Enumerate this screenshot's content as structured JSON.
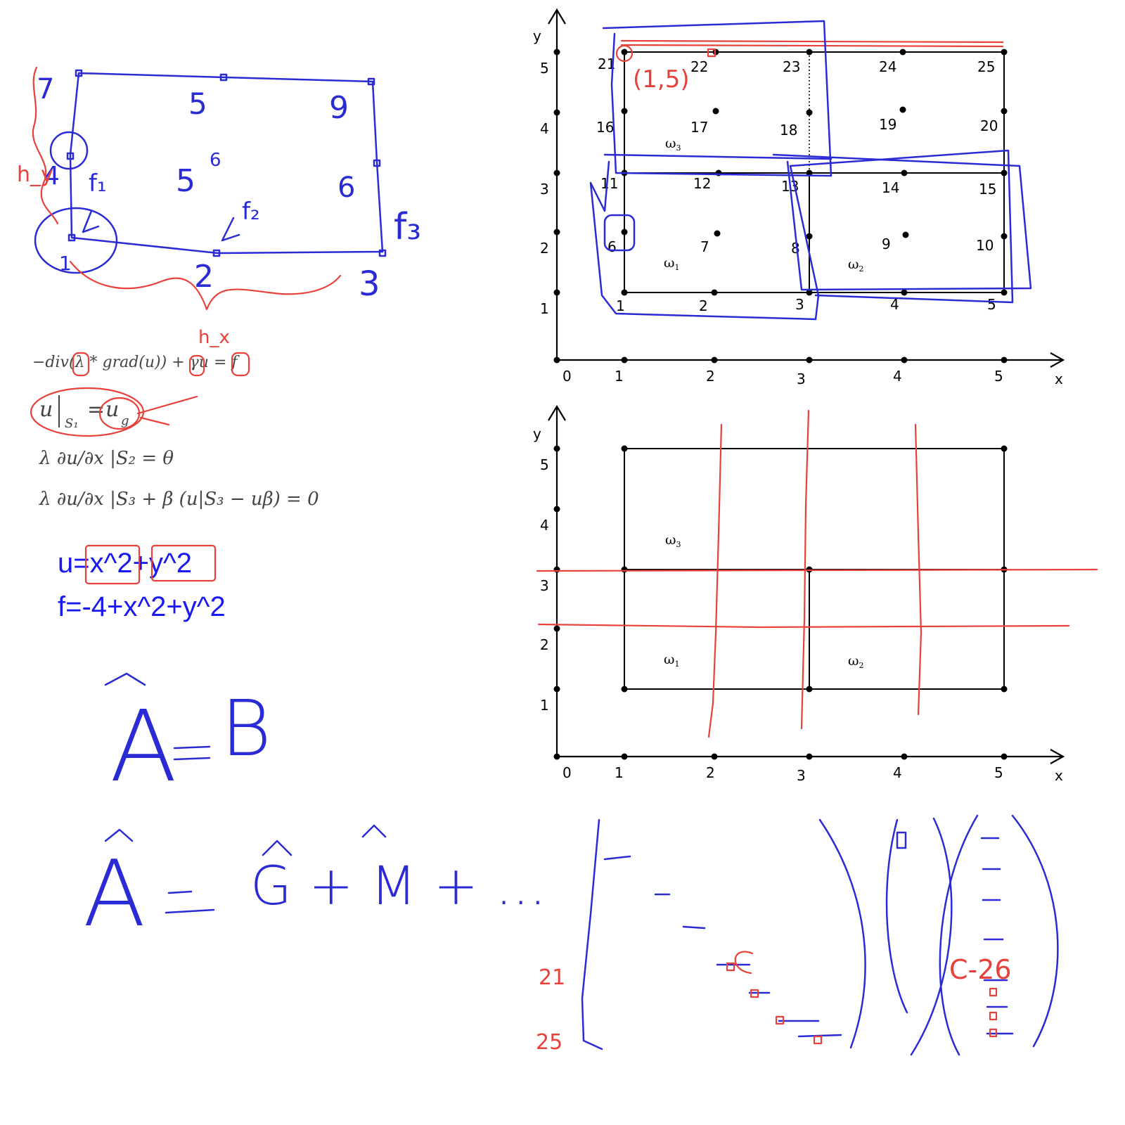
{
  "left_sketch": {
    "corner_labels": [
      "7",
      "5",
      "9",
      "4",
      "6",
      "1",
      "2",
      "3"
    ],
    "center_label": "5",
    "center_sup": "6",
    "f_labels": [
      "f₁",
      "f₂",
      "f₃"
    ],
    "hy_label": "h_y",
    "hx_label": "h_x"
  },
  "equations": {
    "pde": "−div(λ * grad(u)) + γu = f",
    "bc1_lhs": "u",
    "bc1_sub": "S₁",
    "bc1_rhs": "u",
    "bc1_rhs_sub": "g",
    "bc2": "λ ∂u/∂x |S₂ = θ",
    "bc3": "λ ∂u/∂x |S₃ + β (u|S₃ − uβ) = 0"
  },
  "formulas": {
    "u": "u=x^2+y^2",
    "f": "f=-4+x^2+y^2"
  },
  "handwritten": {
    "eq1_lhs": "A",
    "eq1_rhs": "B",
    "eq2_lhs": "A",
    "eq2_rhs": "G + M + ...",
    "matrix_rows": [
      "21",
      "25"
    ],
    "matrix_note": "C-26",
    "point_label": "(1,5)"
  },
  "mesh_top": {
    "x_axis_label": "x",
    "y_axis_label": "y",
    "x_ticks": [
      "0",
      "1",
      "2",
      "3",
      "4",
      "5"
    ],
    "y_ticks": [
      "1",
      "2",
      "3",
      "4",
      "5"
    ],
    "nodes": [
      "1",
      "2",
      "3",
      "4",
      "5",
      "6",
      "7",
      "8",
      "9",
      "10",
      "11",
      "12",
      "13",
      "14",
      "15",
      "16",
      "17",
      "18",
      "19",
      "20",
      "21",
      "22",
      "23",
      "24",
      "25"
    ],
    "regions": [
      "ω",
      "ω",
      "ω"
    ],
    "region_subs": [
      "1",
      "2",
      "3"
    ]
  },
  "mesh_bottom": {
    "x_axis_label": "x",
    "y_axis_label": "y",
    "x_ticks": [
      "0",
      "1",
      "2",
      "3",
      "4",
      "5"
    ],
    "y_ticks": [
      "1",
      "2",
      "3",
      "4",
      "5"
    ],
    "regions": [
      "ω",
      "ω",
      "ω"
    ],
    "region_subs": [
      "3",
      "1",
      "2"
    ]
  },
  "colors": {
    "pen_blue": "#2b2bd6",
    "pen_red": "#e8403a",
    "formula_blue": "#1a1af0",
    "ink": "#000000"
  }
}
